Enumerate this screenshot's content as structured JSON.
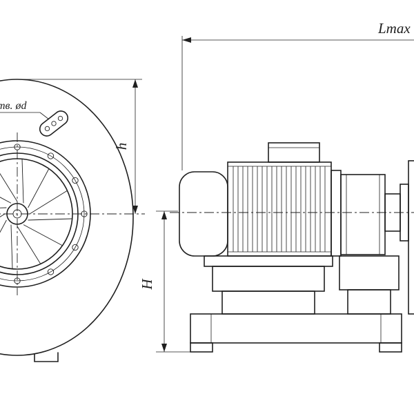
{
  "colors": {
    "line": "#1f1f1f",
    "background": "#ffffff"
  },
  "dimensions": {
    "lmax": "Lmax",
    "h_small": "h",
    "h_big": "H",
    "holes_note": "тв. ød"
  }
}
